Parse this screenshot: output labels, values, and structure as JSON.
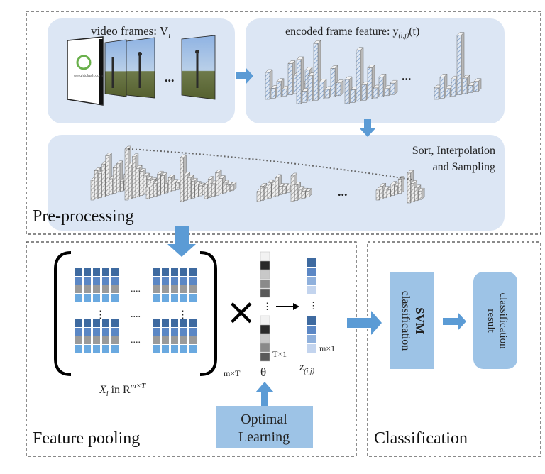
{
  "preprocessing": {
    "section_label": "Pre-processing",
    "video_frames_label": "video frames: V",
    "video_frames_sub": "i",
    "frame_card_text": "weightclash.com",
    "encoded_label": "encoded frame feature: y",
    "encoded_sub": "(i,j)",
    "encoded_suffix": "(t)",
    "ellipsis": "...",
    "sort_label_line1": "Sort, Interpolation",
    "sort_label_line2": "and Sampling"
  },
  "pooling": {
    "section_label": "Feature pooling",
    "dots_h": "....",
    "dots_v": "⋮",
    "multiply": "×",
    "arrow_label": "→",
    "matrix_caption": "X",
    "matrix_caption_sub": "i",
    "matrix_caption_mid": " in R",
    "matrix_caption_sup": "m×T",
    "dim_mT": "m×T",
    "dim_T1": "T×1",
    "theta": "θ",
    "dim_m1": "m×1",
    "z_label": "z",
    "z_sub": "(i,j)",
    "optimal_line1": "Optimal",
    "optimal_line2": "Learning"
  },
  "classification": {
    "section_label": "Classification",
    "svm_line1": "SVM",
    "svm_line2": "classification",
    "result_line1": "classification",
    "result_line2": "result"
  },
  "colors": {
    "panel": "#dce6f4",
    "arrow": "#5b9bd5",
    "box": "#9dc3e6",
    "bar_dark": "#3e6aa0",
    "bar_mid": "#5b87c5",
    "bar_gray": "#9a9a9a",
    "bar_light": "#6aa9e0"
  }
}
